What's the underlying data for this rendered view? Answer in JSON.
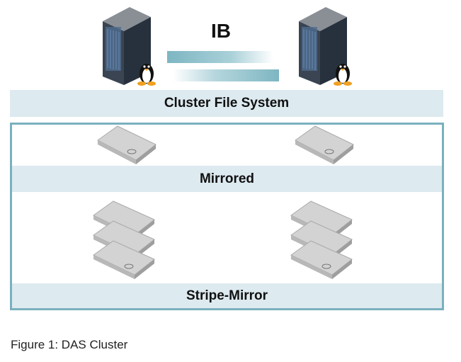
{
  "diagram": {
    "interconnect_label": "IB",
    "layers": {
      "file_system": "Cluster File System",
      "mirrored": "Mirrored",
      "stripe_mirror": "Stripe-Mirror"
    },
    "nodes": [
      {
        "icon": "server-rack-icon",
        "os_icon": "linux-penguin-icon"
      },
      {
        "icon": "server-rack-icon",
        "os_icon": "linux-penguin-icon"
      }
    ],
    "mirrored_drives_per_node": 1,
    "stripe_drives_per_node": 3,
    "colors": {
      "band": "#ddeaf0",
      "frame": "#7ab0bd",
      "link": "#7db6c2"
    }
  },
  "caption": "Figure 1: DAS Cluster"
}
